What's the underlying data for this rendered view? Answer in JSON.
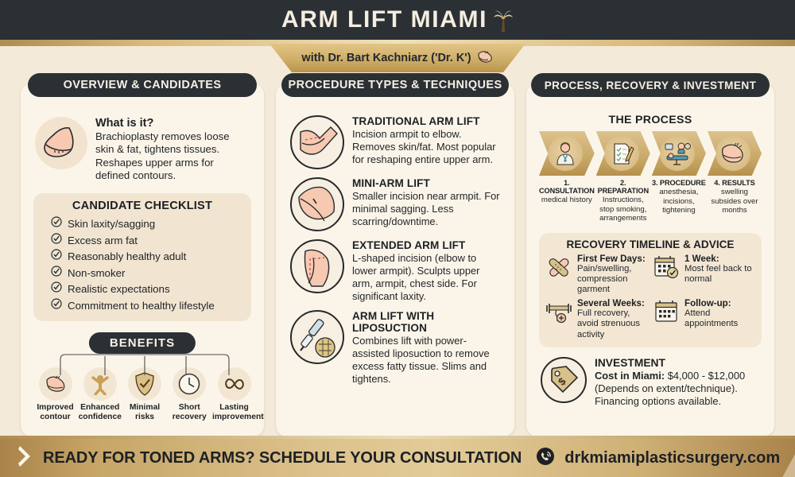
{
  "header": {
    "title": "ARM LIFT MIAMI",
    "palm_icon": "palm-tree-icon",
    "subtitle": "with Dr. Bart Kachniarz ('Dr. K')",
    "subtitle_icon": "flexed-bicep-icon"
  },
  "columns": [
    {
      "header": "OVERVIEW & CANDIDATES",
      "what_is_it": {
        "icon": "sagging-arm-icon",
        "title": "What is it?",
        "body": "Brachioplasty removes loose skin & fat, tightens tissues. Reshapes upper arms for defined contours."
      },
      "checklist": {
        "title": "CANDIDATE CHECKLIST",
        "items": [
          "Skin laxity/sagging",
          "Excess arm fat",
          "Reasonably healthy adult",
          "Non-smoker",
          "Realistic expectations",
          "Commitment to healthy lifestyle"
        ]
      },
      "benefits": {
        "title": "BENEFITS",
        "items": [
          {
            "icon": "flexed-bicep-icon",
            "line1": "Improved",
            "line2": "contour"
          },
          {
            "icon": "person-arms-up-icon",
            "line1": "Enhanced",
            "line2": "confidence"
          },
          {
            "icon": "shield-check-icon",
            "line1": "Minimal",
            "line2": "risks"
          },
          {
            "icon": "clock-icon",
            "line1": "Short",
            "line2": "recovery"
          },
          {
            "icon": "infinity-icon",
            "line1": "Lasting",
            "line2": "improvement"
          }
        ]
      }
    },
    {
      "header": "PROCEDURE TYPES & TECHNIQUES",
      "procedures": [
        {
          "icon": "bent-arm-incision-icon",
          "title": "TRADITIONAL ARM LIFT",
          "body": "Incision armpit to elbow. Removes skin/fat. Most popular for reshaping entire upper arm."
        },
        {
          "icon": "shoulder-mini-incision-icon",
          "title": "MINI-ARM LIFT",
          "body": "Smaller incision near armpit. For minimal sagging. Less scarring/downtime."
        },
        {
          "icon": "l-shaped-incision-icon",
          "title": "EXTENDED ARM LIFT",
          "body": "L-shaped incision (elbow to lower armpit). Sculpts upper arm, armpit, chest side. For significant laxity."
        },
        {
          "icon": "liposuction-cannula-icon",
          "title": "ARM LIFT WITH LIPOSUCTION",
          "body": "Combines lift with power-assisted liposuction to remove excess fatty tissue. Slims and tightens."
        }
      ]
    },
    {
      "header": "PROCESS, RECOVERY & INVESTMENT",
      "process": {
        "title": "THE PROCESS",
        "steps": [
          {
            "icon": "doctor-icon",
            "name": "1. CONSULTATION",
            "desc": "medical history"
          },
          {
            "icon": "clipboard-pencil-icon",
            "name": "2. PREPARATION",
            "desc": "Instructions, stop smoking, arrangements"
          },
          {
            "icon": "operating-table-icon",
            "name": "3. PROCEDURE",
            "desc": "anesthesia, incisions, tightening"
          },
          {
            "icon": "toned-arm-icon",
            "name": "4. RESULTS",
            "desc": "swelling subsides over months"
          }
        ]
      },
      "recovery": {
        "title": "RECOVERY TIMELINE & ADVICE",
        "items": [
          {
            "icon": "bandage-cross-icon",
            "label": "First Few Days:",
            "desc": "Pain/swelling, compression garment"
          },
          {
            "icon": "calendar-check-icon",
            "label": "1 Week:",
            "desc": "Most feel back to normal"
          },
          {
            "icon": "dumbbell-icon",
            "label": "Several Weeks:",
            "desc": "Full recovery, avoid strenuous activity"
          },
          {
            "icon": "calendar-icon",
            "label": "Follow-up:",
            "desc": "Attend appointments"
          }
        ]
      },
      "investment": {
        "icon": "price-tag-icon",
        "title": "INVESTMENT",
        "cost_label": "Cost in Miami:",
        "cost_value": "$4,000 - $12,000",
        "line2": "(Depends on extent/technique).",
        "line3": "Financing options available."
      }
    }
  ],
  "footer": {
    "chevron_icon": "chevron-right-icon",
    "cta": "READY FOR TONED ARMS? SCHEDULE YOUR CONSULTATION",
    "globe_icon": "globe-icon",
    "url": "drkmiamiplasticsurgery.com"
  },
  "colors": {
    "dark": "#2b3035",
    "gold": "#c9a968",
    "cream": "#f4ead9",
    "card": "#fbf5e9",
    "skin": "#f6c9b0"
  }
}
